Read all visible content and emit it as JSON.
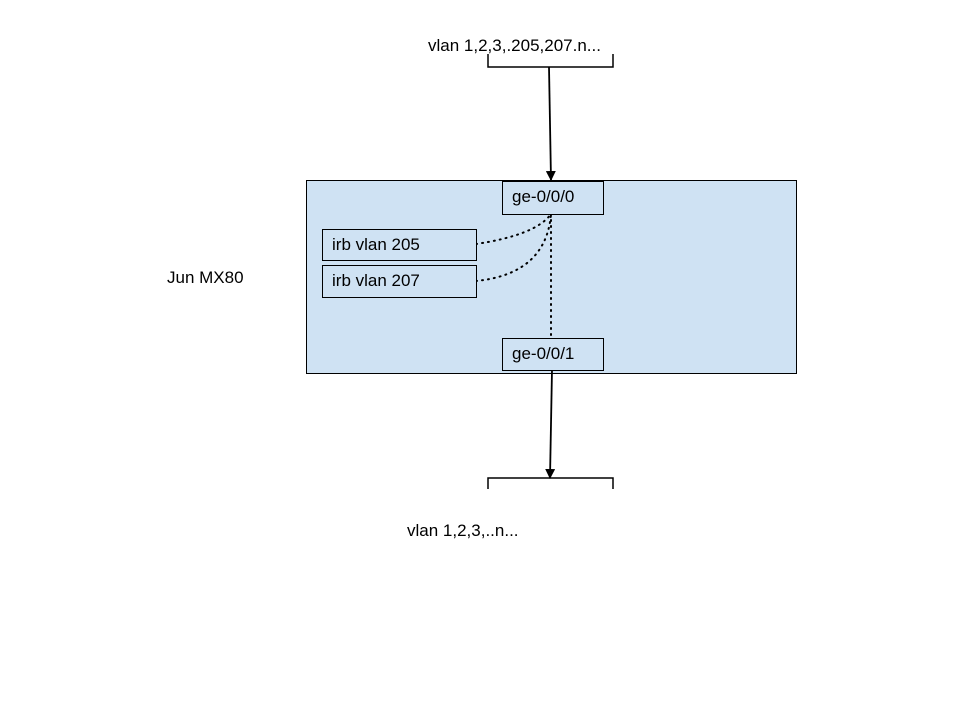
{
  "diagram": {
    "top_vlans_label": "vlan 1,2,3,.205,207.n...",
    "bottom_vlans_label": "vlan 1,2,3,..n...",
    "device_label": "Jun MX80",
    "device_fill": "#cfe2f3",
    "interfaces": {
      "uplink": "ge-0/0/0",
      "downlink": "ge-0/0/1"
    },
    "irb": [
      {
        "label": "irb vlan 205"
      },
      {
        "label": "irb vlan 207"
      }
    ]
  }
}
